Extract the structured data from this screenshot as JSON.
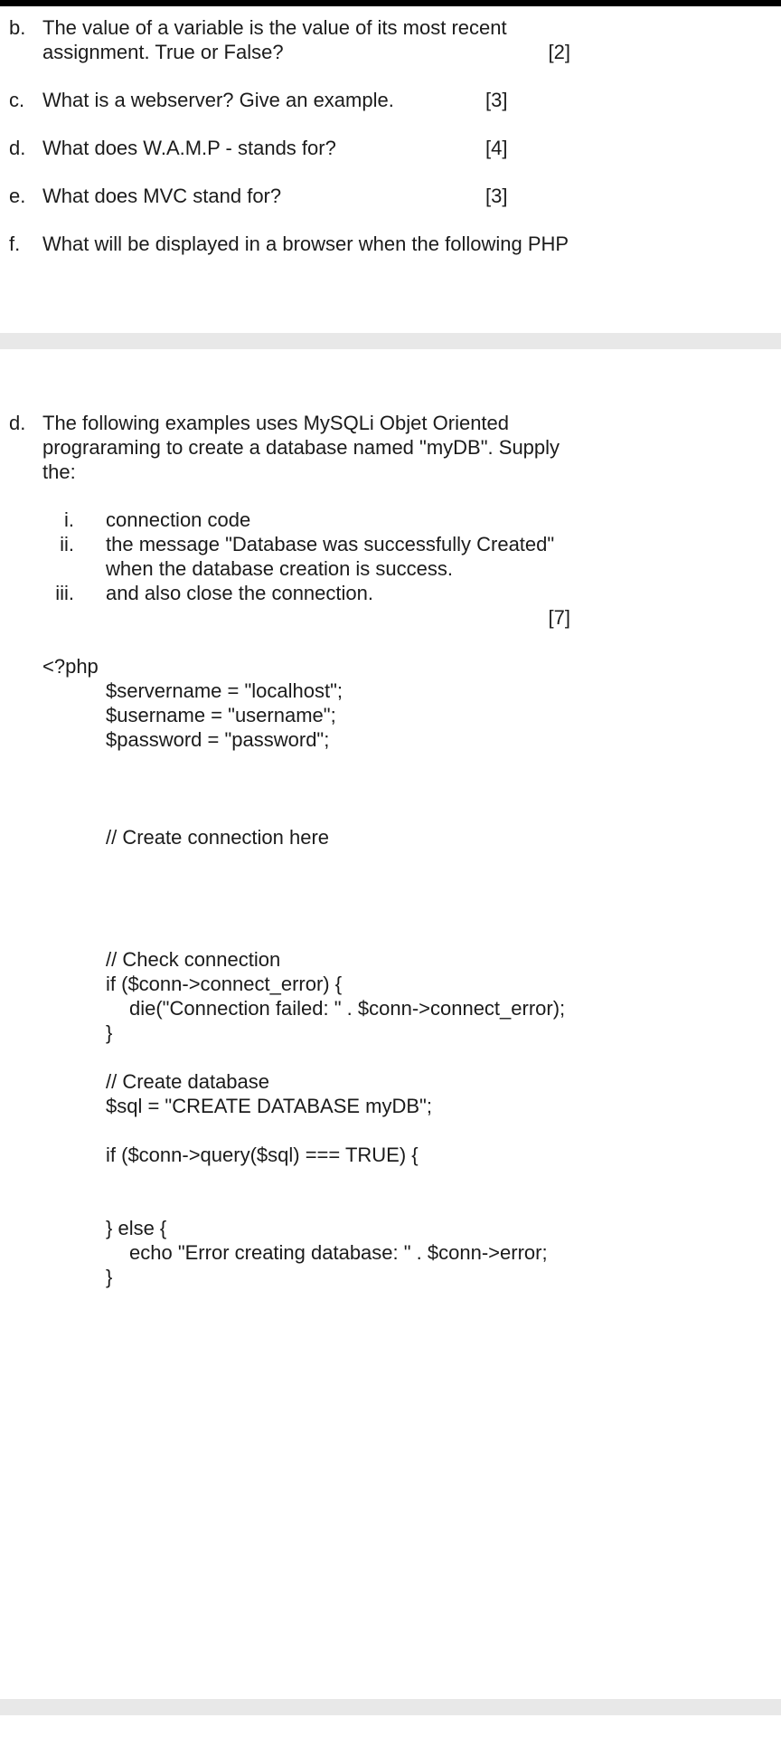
{
  "colors": {
    "text": "#1b1b1b",
    "top_bar": "#000000",
    "divider": "#e8e8e8",
    "page_bg": "#ffffff"
  },
  "section1": {
    "questions": [
      {
        "label": "b.",
        "lines": [
          "The value of a variable is the value of its most recent",
          "assignment. True or False?"
        ],
        "marks": "[2]",
        "marks_pos": "right"
      },
      {
        "label": "c.",
        "lines": [
          "What is a webserver? Give an example."
        ],
        "marks": "[3]",
        "marks_pos": "tab"
      },
      {
        "label": "d.",
        "lines": [
          "What does W.A.M.P - stands for?"
        ],
        "marks": "[4]",
        "marks_pos": "tab"
      },
      {
        "label": "e.",
        "lines": [
          "What does MVC stand for?"
        ],
        "marks": "[3]",
        "marks_pos": "tab"
      },
      {
        "label": "f.",
        "lines": [
          "What will be displayed in a browser when the following PHP"
        ],
        "marks": "",
        "marks_pos": "none"
      }
    ]
  },
  "section2": {
    "label": "d.",
    "intro_lines": [
      "The following examples uses MySQLi Objet Oriented",
      "prograraming to create a database named \"myDB\". Supply",
      "the:"
    ],
    "subitems": [
      {
        "label": "i.",
        "lines": [
          "connection code"
        ]
      },
      {
        "label": "ii.",
        "lines": [
          "the message \"Database was successfully Created\"",
          "when the database creation is success."
        ]
      },
      {
        "label": "iii.",
        "lines": [
          "and also close the connection."
        ]
      }
    ],
    "marks": "[7]",
    "code": {
      "lines": [
        {
          "t": "<?php",
          "i": 0
        },
        {
          "t": "$servername = \"localhost\";",
          "i": 1
        },
        {
          "t": "$username = \"username\";",
          "i": 1
        },
        {
          "t": "$password = \"password\";",
          "i": 1
        },
        {
          "t": "",
          "i": 1
        },
        {
          "t": "",
          "i": 1
        },
        {
          "t": "",
          "i": 1
        },
        {
          "t": "// Create connection here",
          "i": 1
        },
        {
          "t": "",
          "i": 1
        },
        {
          "t": "",
          "i": 1
        },
        {
          "t": "",
          "i": 1
        },
        {
          "t": "",
          "i": 1
        },
        {
          "t": "// Check connection",
          "i": 1
        },
        {
          "t": "if ($conn->connect_error) {",
          "i": 1
        },
        {
          "t": "die(\"Connection failed: \" . $conn->connect_error);",
          "i": 2
        },
        {
          "t": "}",
          "i": 1
        },
        {
          "t": "",
          "i": 1
        },
        {
          "t": "// Create database",
          "i": 1
        },
        {
          "t": "$sql = \"CREATE DATABASE myDB\";",
          "i": 1
        },
        {
          "t": "",
          "i": 1
        },
        {
          "t": "if ($conn->query($sql) === TRUE) {",
          "i": 1
        },
        {
          "t": "",
          "i": 1
        },
        {
          "t": "",
          "i": 1
        },
        {
          "t": "} else {",
          "i": 1
        },
        {
          "t": "echo \"Error creating database: \" . $conn->error;",
          "i": 2
        },
        {
          "t": "}",
          "i": 1
        }
      ]
    }
  }
}
